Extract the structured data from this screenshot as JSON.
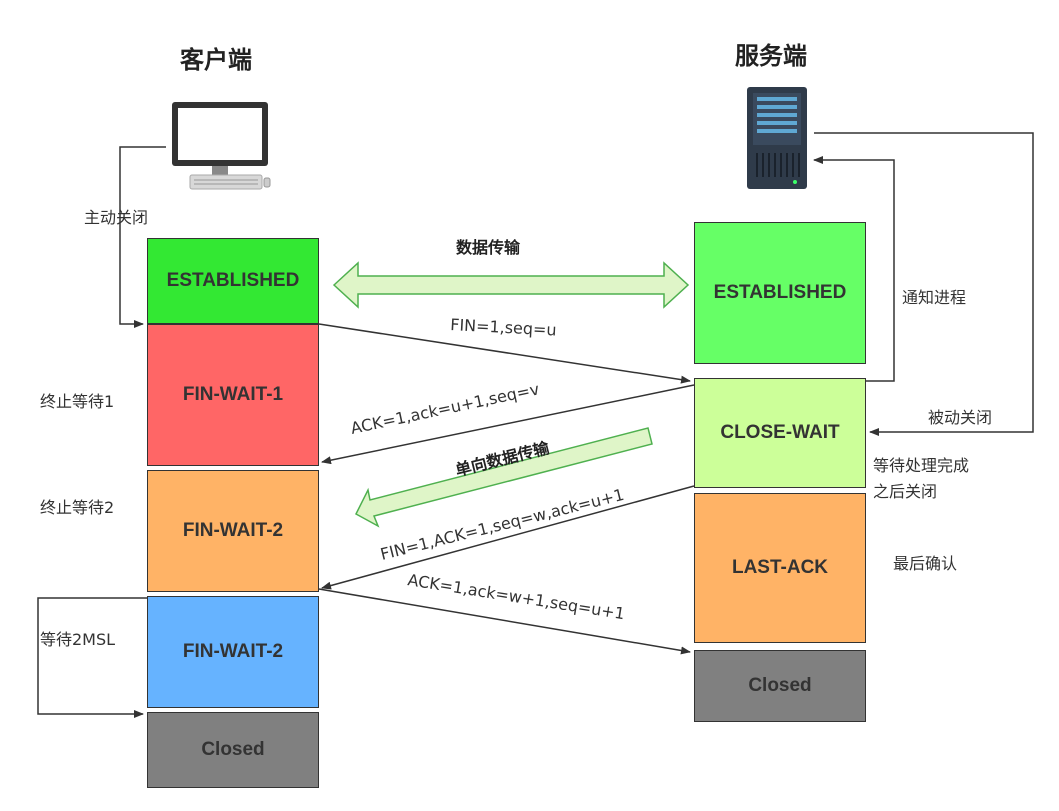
{
  "titles": {
    "client": "客户端",
    "server": "服务端"
  },
  "client_states": [
    {
      "label": "ESTABLISHED",
      "color": "#33e833"
    },
    {
      "label": "FIN-WAIT-1",
      "color": "#ff6666"
    },
    {
      "label": "FIN-WAIT-2",
      "color": "#ffb366"
    },
    {
      "label": "FIN-WAIT-2",
      "color": "#66b3ff"
    },
    {
      "label": "Closed",
      "color": "#808080"
    }
  ],
  "server_states": [
    {
      "label": "ESTABLISHED",
      "color": "#66ff66"
    },
    {
      "label": "CLOSE-WAIT",
      "color": "#ccff99"
    },
    {
      "label": "LAST-ACK",
      "color": "#ffb366"
    },
    {
      "label": "Closed",
      "color": "#808080"
    }
  ],
  "side_labels": {
    "active_close": "主动关闭",
    "fin_wait_1": "终止等待1",
    "fin_wait_2": "终止等待2",
    "wait_2msl": "等待2MSL",
    "notify_process": "通知进程",
    "passive_close": "被动关闭",
    "wait_process_line1": "等待处理完成",
    "wait_process_line2": "之后关闭",
    "final_ack": "最后确认"
  },
  "messages": {
    "data_transfer": "数据传输",
    "fin1": "FIN=1,seq=u",
    "ack1": "ACK=1,ack=u+1,seq=v",
    "one_way": "单向数据传输",
    "fin2": "FIN=1,ACK=1,seq=w,ack=u+1",
    "ack2": "ACK=1,ack=w+1,seq=u+1"
  }
}
